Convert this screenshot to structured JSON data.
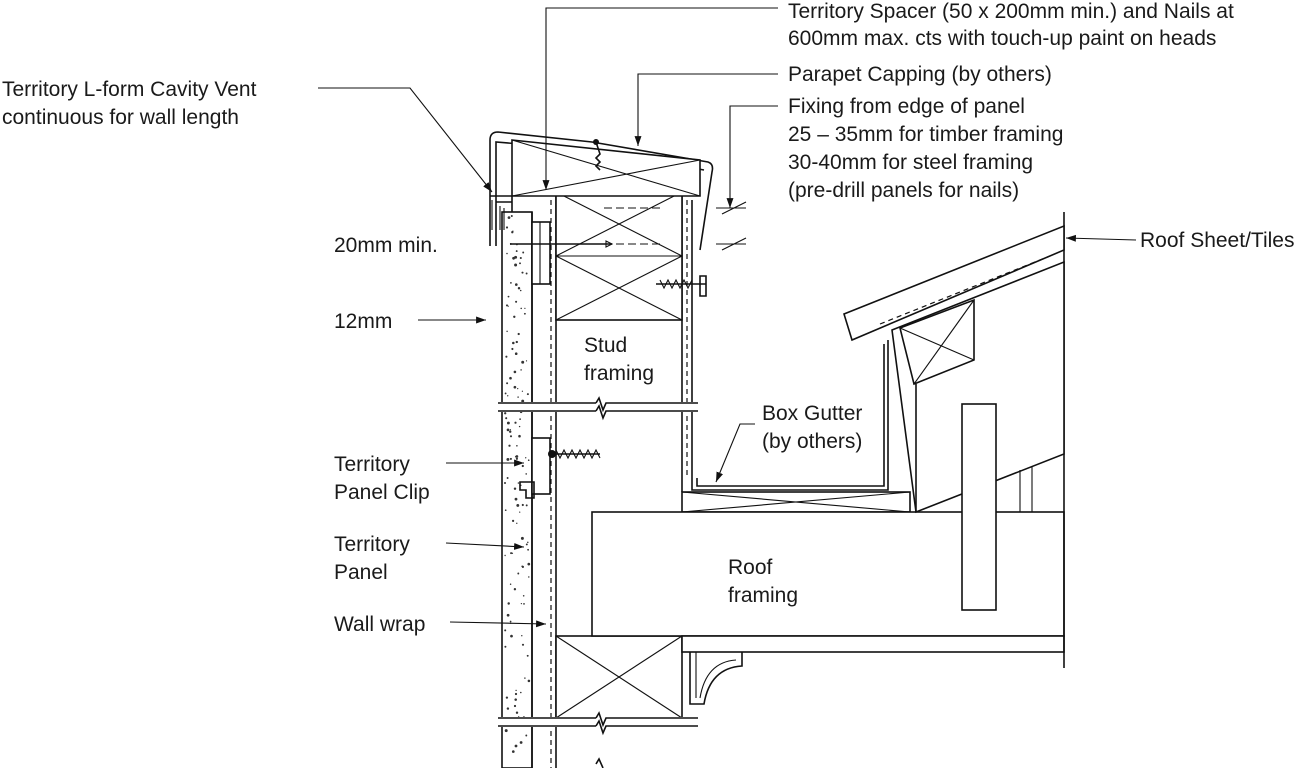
{
  "labels": {
    "spacer": [
      "Territory Spacer (50 x 200mm min.) and Nails at",
      "600mm max. cts with touch-up paint on heads"
    ],
    "capping": [
      "Parapet Capping (by others)"
    ],
    "fixing": [
      "Fixing from edge of panel",
      "25 – 35mm for timber framing",
      "30-40mm for steel framing",
      "(pre-drill panels for nails)"
    ],
    "vent": [
      "Territory L-form Cavity Vent",
      "continuous for wall length"
    ],
    "min20": [
      "20mm min."
    ],
    "roof_sheet": [
      "Roof Sheet/Tiles"
    ],
    "mm12": [
      "12mm"
    ],
    "stud": [
      "Stud",
      "framing"
    ],
    "box_gutter": [
      "Box Gutter",
      "(by others)"
    ],
    "panel_clip": [
      "Territory",
      "Panel Clip"
    ],
    "panel": [
      "Territory",
      "Panel"
    ],
    "roof_framing": [
      "Roof",
      "framing"
    ],
    "wall_wrap": [
      "Wall wrap"
    ]
  }
}
